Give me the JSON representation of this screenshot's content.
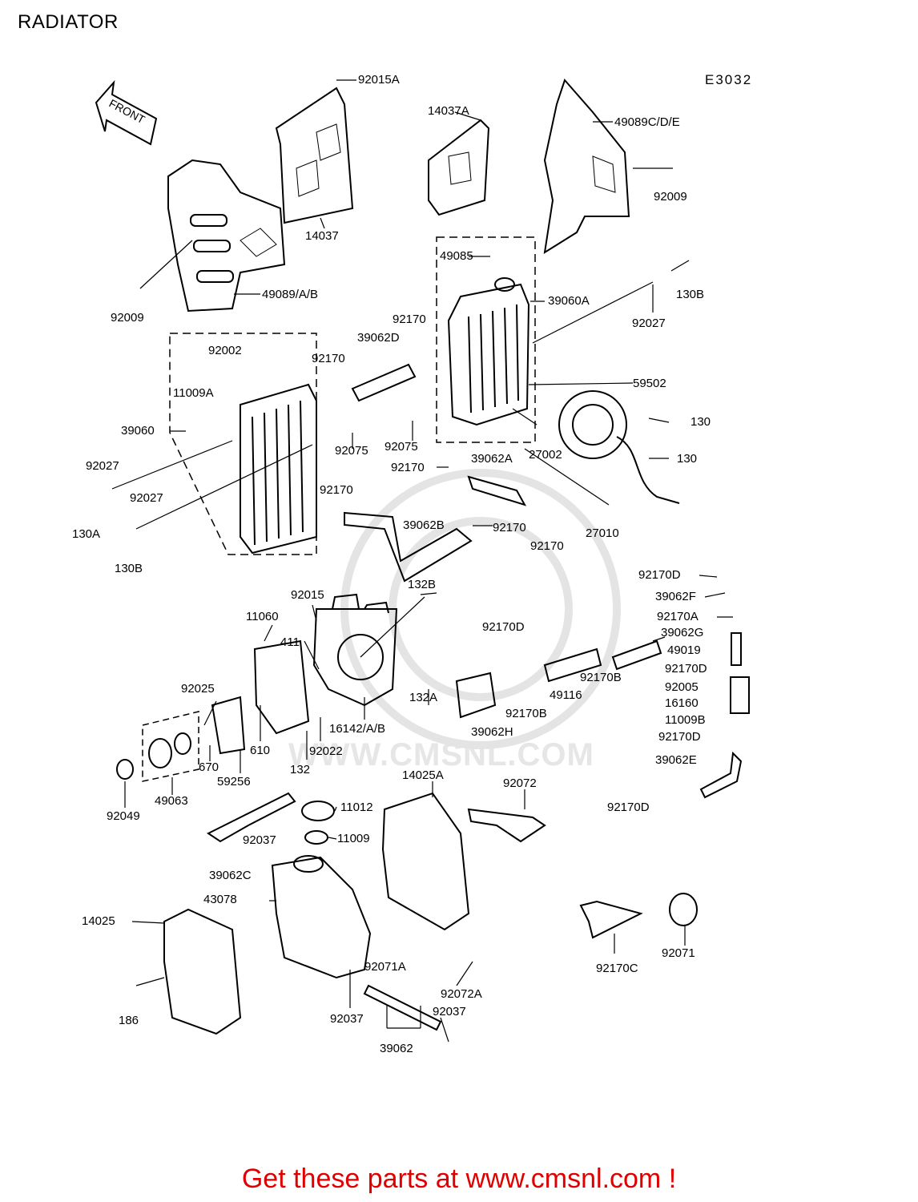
{
  "header": {
    "title": "RADIATOR",
    "diagram_code": "E3032",
    "front_arrow_label": "FRONT"
  },
  "watermark": {
    "url": "WWW.CMSNL.COM"
  },
  "footer": {
    "link_text": "Get these parts at www.cmsnl.com !",
    "link_color": "#e00000"
  },
  "parts": [
    {
      "id": "92015A"
    },
    {
      "id": "14037A"
    },
    {
      "id": "49089C/D/E"
    },
    {
      "id": "14037"
    },
    {
      "id": "92009"
    },
    {
      "id": "49085"
    },
    {
      "id": "130B"
    },
    {
      "id": "39060A"
    },
    {
      "id": "49089/A/B"
    },
    {
      "id": "92027"
    },
    {
      "id": "92170"
    },
    {
      "id": "92002"
    },
    {
      "id": "39062D"
    },
    {
      "id": "11009A"
    },
    {
      "id": "59502"
    },
    {
      "id": "39060"
    },
    {
      "id": "130"
    },
    {
      "id": "92075"
    },
    {
      "id": "27002"
    },
    {
      "id": "39062A"
    },
    {
      "id": "130A"
    },
    {
      "id": "39062B"
    },
    {
      "id": "27010"
    },
    {
      "id": "92170D"
    },
    {
      "id": "39062F"
    },
    {
      "id": "92170A"
    },
    {
      "id": "132B"
    },
    {
      "id": "92015"
    },
    {
      "id": "39062G"
    },
    {
      "id": "11060"
    },
    {
      "id": "49019"
    },
    {
      "id": "411"
    },
    {
      "id": "92170B"
    },
    {
      "id": "132A"
    },
    {
      "id": "49116"
    },
    {
      "id": "92005"
    },
    {
      "id": "92025"
    },
    {
      "id": "16160"
    },
    {
      "id": "16142/A/B"
    },
    {
      "id": "39062H"
    },
    {
      "id": "11009B"
    },
    {
      "id": "610"
    },
    {
      "id": "92022"
    },
    {
      "id": "670"
    },
    {
      "id": "39062E"
    },
    {
      "id": "59256"
    },
    {
      "id": "132"
    },
    {
      "id": "14025A"
    },
    {
      "id": "92072"
    },
    {
      "id": "92049"
    },
    {
      "id": "49063"
    },
    {
      "id": "11012"
    },
    {
      "id": "92037"
    },
    {
      "id": "11009"
    },
    {
      "id": "39062C"
    },
    {
      "id": "43078"
    },
    {
      "id": "14025"
    },
    {
      "id": "92071A"
    },
    {
      "id": "92072A"
    },
    {
      "id": "186"
    },
    {
      "id": "92170C"
    },
    {
      "id": "92071"
    },
    {
      "id": "39062"
    }
  ]
}
